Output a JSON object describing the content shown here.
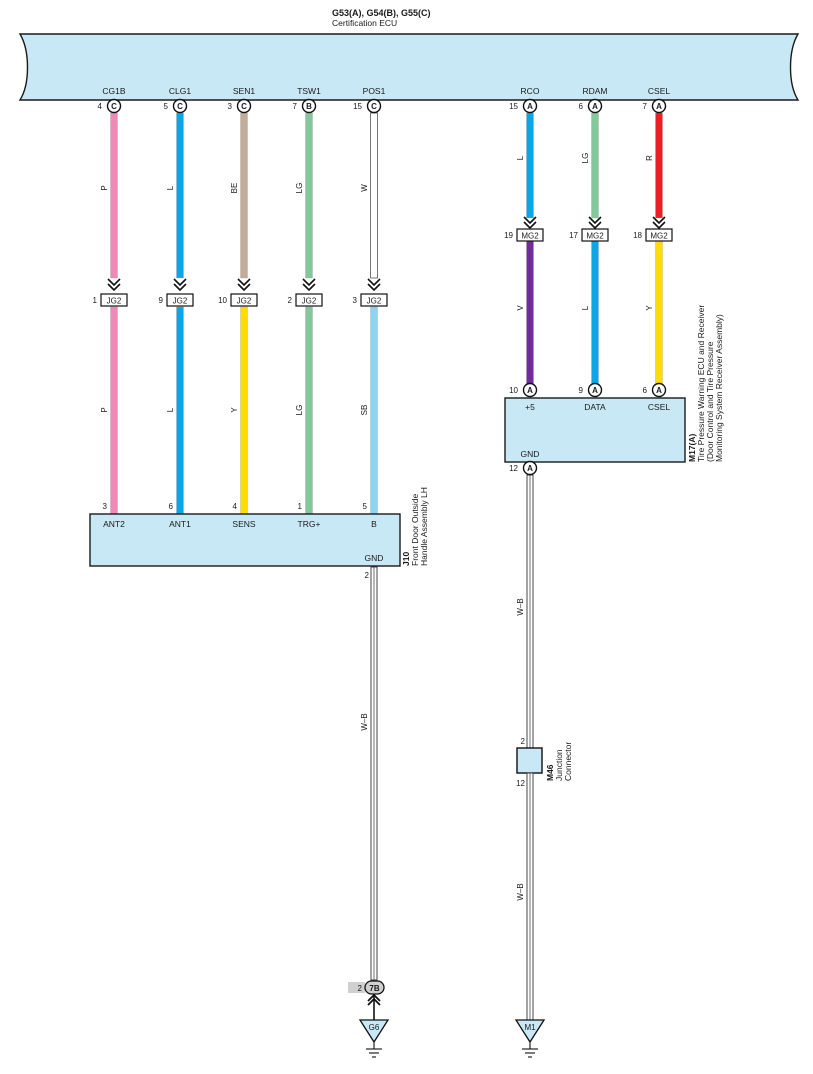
{
  "ecu": {
    "title": "G53(A), G54(B), G55(C)",
    "name": "Certification ECU",
    "pins": [
      {
        "label": "CG1B",
        "pin": "4",
        "letter": "C"
      },
      {
        "label": "CLG1",
        "pin": "5",
        "letter": "C"
      },
      {
        "label": "SEN1",
        "pin": "3",
        "letter": "C"
      },
      {
        "label": "TSW1",
        "pin": "7",
        "letter": "B"
      },
      {
        "label": "POS1",
        "pin": "15",
        "letter": "C"
      },
      {
        "label": "RCO",
        "pin": "15",
        "letter": "A"
      },
      {
        "label": "RDAM",
        "pin": "6",
        "letter": "A"
      },
      {
        "label": "CSEL",
        "pin": "7",
        "letter": "A"
      }
    ]
  },
  "colors": {
    "ecu_fill": "#c8e8f6",
    "box_fill": "#c8e8f6",
    "P": "#f088b8",
    "L": "#0aa6e6",
    "BE": "#c3ac99",
    "LG": "#82c89a",
    "W": "#ffffff",
    "Y": "#ffdd00",
    "SB": "#8dd3f2",
    "V": "#702c9a",
    "R": "#ee1c25",
    "WB": "#ffffff"
  },
  "left_wires": [
    {
      "upper_color": "P",
      "lower_color": "P",
      "jg_pin": "1"
    },
    {
      "upper_color": "L",
      "lower_color": "L",
      "jg_pin": "9"
    },
    {
      "upper_color": "BE",
      "lower_color": "Y",
      "jg_pin": "10"
    },
    {
      "upper_color": "LG",
      "lower_color": "LG",
      "jg_pin": "2"
    },
    {
      "upper_color": "W",
      "lower_color": "SB",
      "jg_pin": "3"
    }
  ],
  "jg_connector": "JG2",
  "right_wires": [
    {
      "upper_color": "L",
      "lower_color": "V",
      "mg_pin": "19"
    },
    {
      "upper_color": "LG",
      "lower_color": "L",
      "mg_pin": "17"
    },
    {
      "upper_color": "R",
      "lower_color": "Y",
      "mg_pin": "18"
    }
  ],
  "mg_connector": "MG2",
  "j10": {
    "code": "J10",
    "name_line1": "Front Door Outside",
    "name_line2": "Handle Assembly LH",
    "pins": [
      {
        "label": "ANT2",
        "pin": "3"
      },
      {
        "label": "ANT1",
        "pin": "6"
      },
      {
        "label": "SENS",
        "pin": "4"
      },
      {
        "label": "TRG+",
        "pin": "1"
      },
      {
        "label": "B",
        "pin": "5"
      }
    ],
    "gnd_label": "GND",
    "gnd_pin": "2"
  },
  "m17": {
    "code": "M17(A)",
    "name_line1": "Tire Pressure Warning ECU and Receiver",
    "name_line2": "(Door Control and Tire Pressure",
    "name_line3": "Monitoring System Receiver Assembly)",
    "pins": [
      {
        "label": "+5",
        "pin": "10",
        "letter": "A"
      },
      {
        "label": "DATA",
        "pin": "9",
        "letter": "A"
      },
      {
        "label": "CSEL",
        "pin": "6",
        "letter": "A"
      }
    ],
    "gnd_label": "GND",
    "gnd_pin": "12",
    "gnd_letter": "A"
  },
  "m46": {
    "code": "M46",
    "name_line1": "Junction",
    "name_line2": "Connector",
    "pin_top": "2",
    "pin_bottom": "12"
  },
  "ground_left": {
    "wire_color": "W–B",
    "splice_pin": "2",
    "splice_label": "7B",
    "point": "G6"
  },
  "ground_right": {
    "wire_color_upper": "W–B",
    "wire_color_lower": "W–B",
    "point": "M1"
  }
}
